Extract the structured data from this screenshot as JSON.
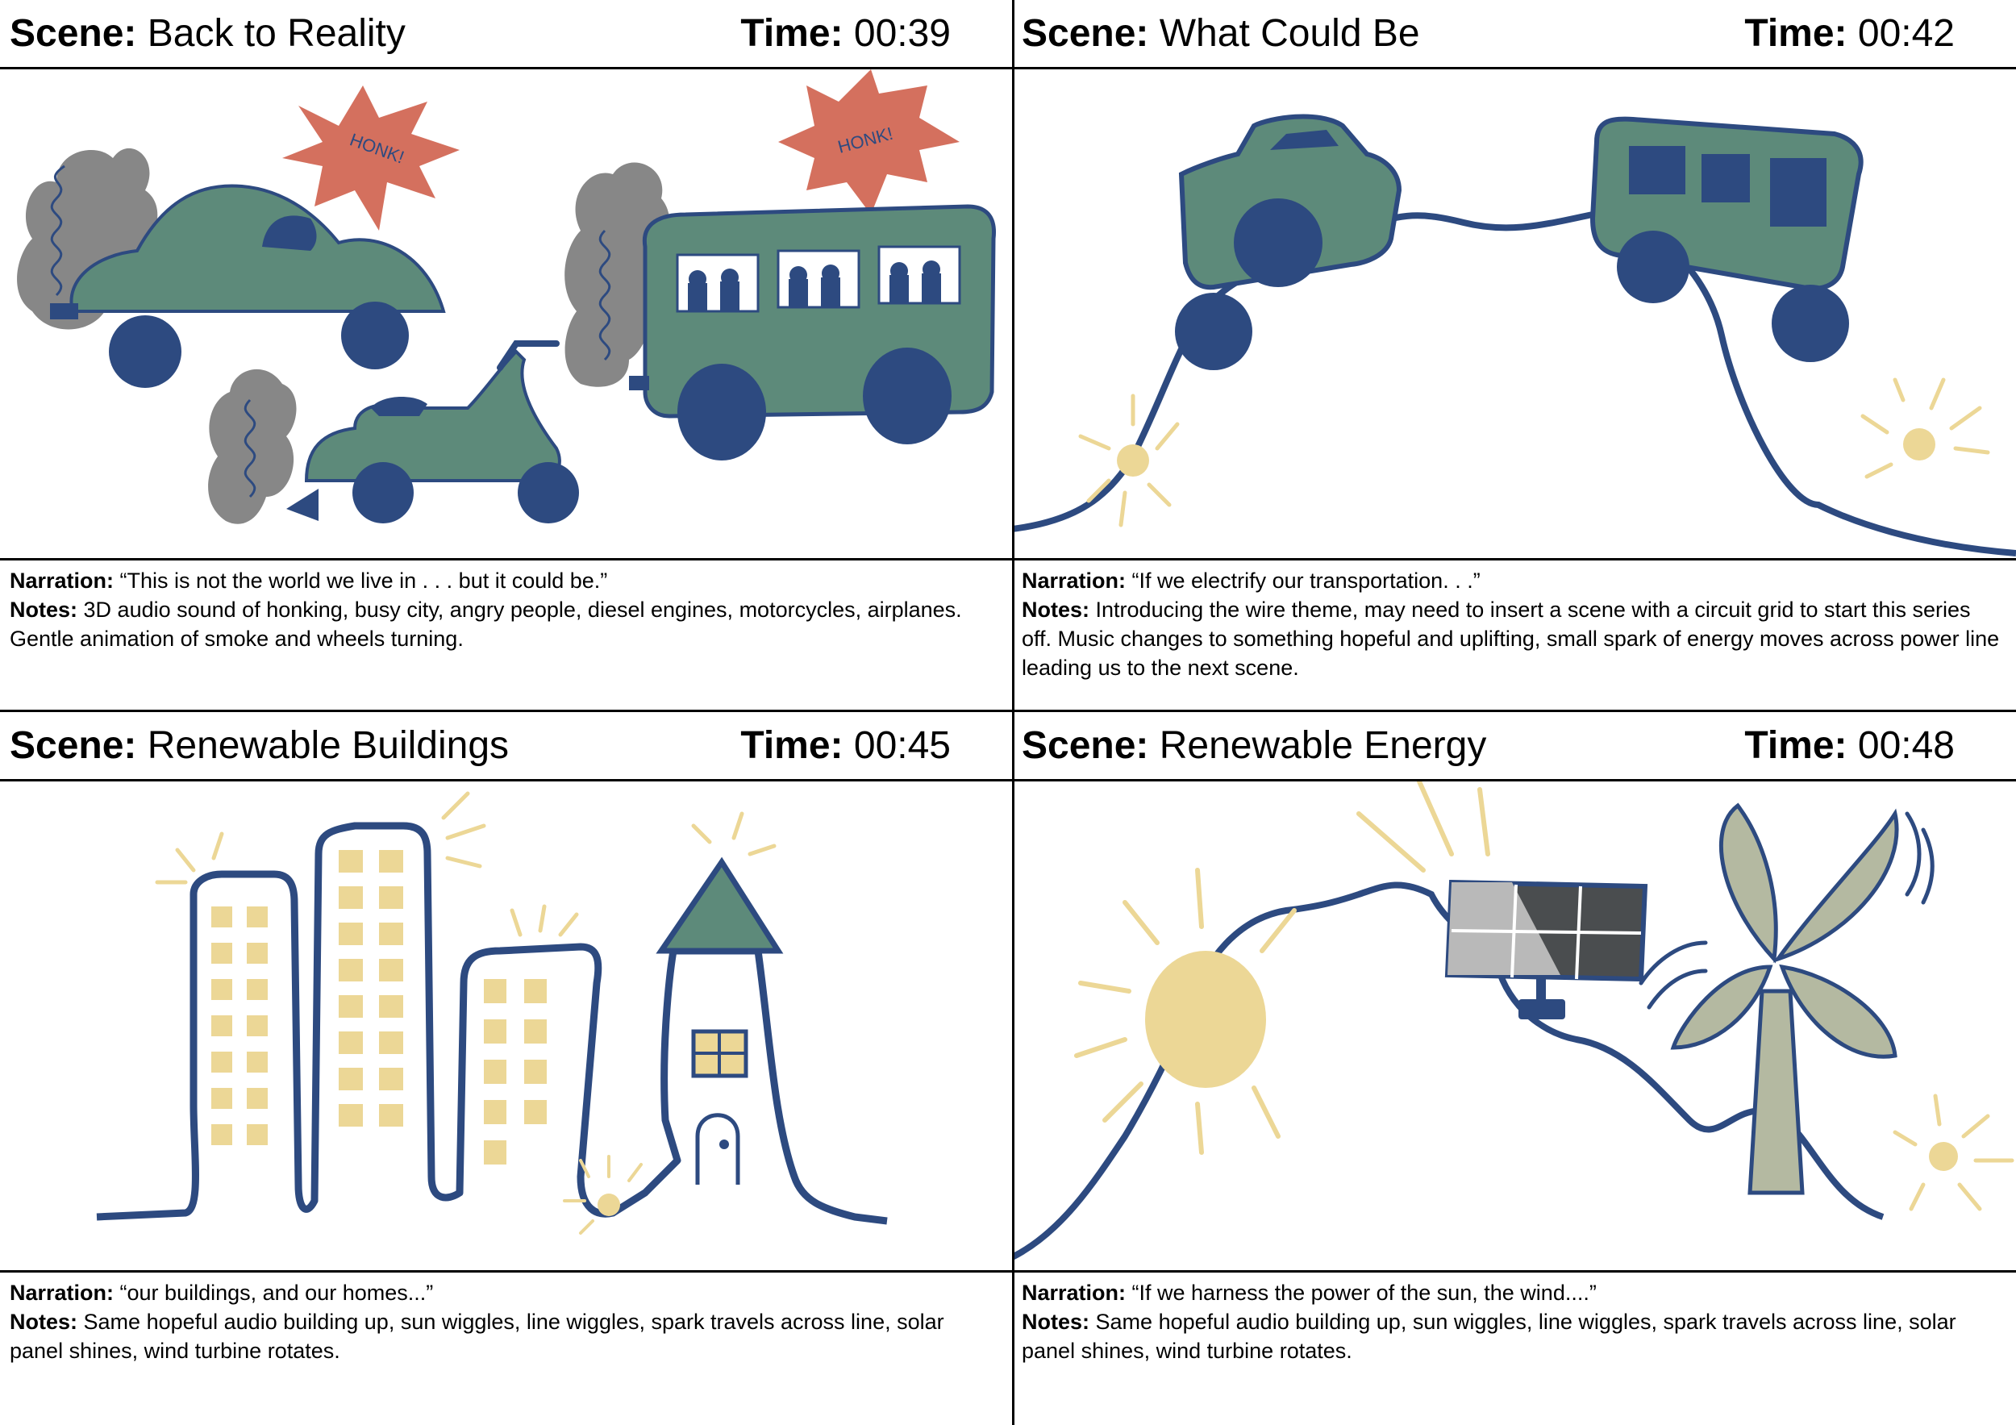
{
  "labels": {
    "scene": "Scene:",
    "time": "Time:",
    "narration": "Narration:",
    "notes": "Notes:"
  },
  "panels": [
    {
      "scene": "Back to Reality",
      "time": "00:39",
      "narration": "“This is not the world we live in . . . but it could be.”",
      "notes": "3D audio sound of honking, busy city, angry people, diesel engines, motorcycles, airplanes. Gentle animation of smoke and wheels turning.",
      "honk": "HONK!"
    },
    {
      "scene": "What Could Be",
      "time": "00:42",
      "narration": "“If we electrify our transportation. . .”",
      "notes": "Introducing the wire theme, may need to insert a scene with a circuit grid to start this series off. Music changes to something hopeful and uplifting, small spark of energy moves across power line leading us to the next scene."
    },
    {
      "scene": "Renewable Buildings",
      "time": "00:45",
      "narration": "“our buildings, and our homes...”",
      "notes": "Same hopeful audio building up, sun wiggles, line wiggles, spark travels across line, solar panel shines, wind turbine rotates."
    },
    {
      "scene": "Renewable Energy",
      "time": "00:48",
      "narration": "“If we harness the power of the sun, the wind....”",
      "notes": "Same hopeful audio building up, sun wiggles, line wiggles, spark travels across line, solar panel shines, wind turbine rotates."
    }
  ],
  "colors": {
    "navy": "#2d4a80",
    "green": "#5d8a7a",
    "smoke": "#878787",
    "honk": "#d4705e",
    "yellow": "#ecd796",
    "sage": "#b4b9a1",
    "panel_dark": "#4a4d4f"
  }
}
